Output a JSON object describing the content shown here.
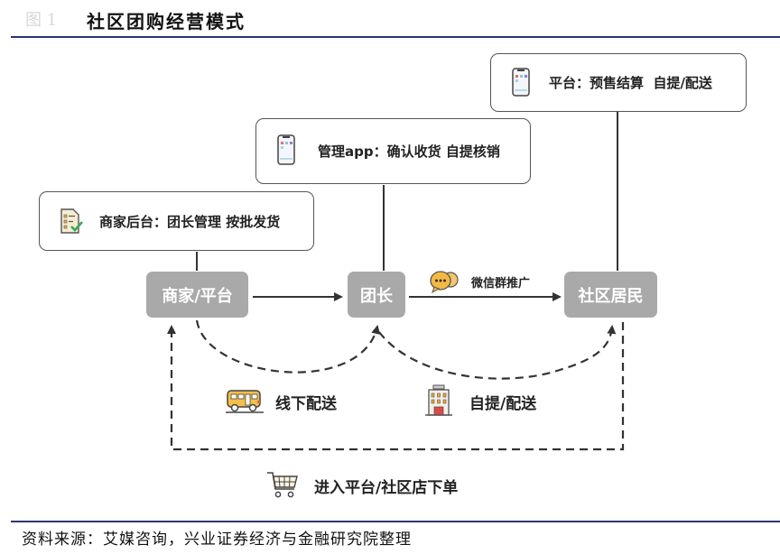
{
  "header": {
    "figure_prefix": "图 1",
    "title": "社区团购经营模式"
  },
  "callouts": {
    "platform": {
      "text": "平台：预售结算  自提/配送",
      "icon": "phone-app-icon"
    },
    "app": {
      "text": "管理app：确认收货 自提核销",
      "icon": "phone-app-icon"
    },
    "merchant": {
      "text": "商家后台：团长管理 按批发货",
      "icon": "checklist-icon"
    }
  },
  "nodes": {
    "merchant": "商家/平台",
    "leader": "团长",
    "residents": "社区居民"
  },
  "edge_labels": {
    "wechat": {
      "text": "微信群推广",
      "icon": "chat-bubbles-icon"
    },
    "offline": {
      "text": "线下配送",
      "icon": "bus-icon"
    },
    "pickup": {
      "text": "自提/配送",
      "icon": "building-icon"
    },
    "order": {
      "text": "进入平台/社区店下单",
      "icon": "shopping-cart-icon"
    }
  },
  "footer": {
    "source": "资料来源：艾媒咨询，兴业证券经济与金融研究院整理"
  },
  "colors": {
    "rule": "#2e3470",
    "node_fill": "#a9a9a9",
    "line": "#333333"
  }
}
